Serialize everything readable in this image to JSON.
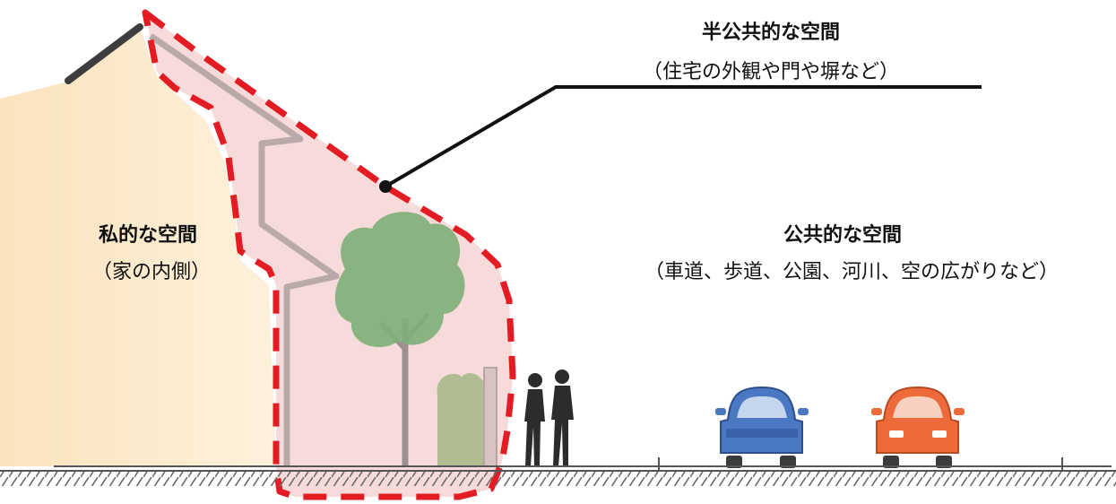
{
  "labels": {
    "semi_public_title": "半公共的な空間",
    "semi_public_sub": "（住宅の外観や門や塀など）",
    "private_title": "私的な空間",
    "private_sub": "（家の内側）",
    "public_title": "公共的な空間",
    "public_sub": "（車道、歩道、公園、河川、空の広がりなど）"
  },
  "colors": {
    "private_zone": "#fde9c6",
    "semi_public_fill": "#f6d3d3",
    "dashed_outline": "#e31b23",
    "tree_foliage": "#7fb07a",
    "car_left": "#4a78c2",
    "car_right": "#ef6a3a",
    "ground": "#555555"
  },
  "icons": [
    "house-roof-icon",
    "tree-icon",
    "pedestrian-icon",
    "car-icon"
  ]
}
